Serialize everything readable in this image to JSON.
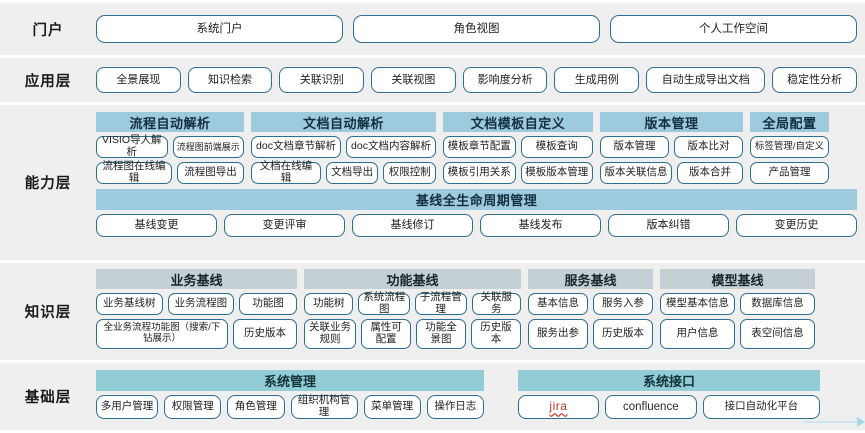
{
  "diagram": {
    "title": "分层架构图",
    "colors": {
      "band_bg": "#efefef",
      "pill_border": "#2e6e8e",
      "capability_header": "#9ecadd",
      "knowledge_header": "#c4d0d4",
      "foundation_header": "#92cdd6"
    }
  },
  "portal": {
    "label": "门户",
    "items": [
      {
        "label": "系统门户"
      },
      {
        "label": "角色视图"
      },
      {
        "label": "个人工作空间"
      }
    ]
  },
  "application": {
    "label": "应用层",
    "items": [
      {
        "label": "全景展现"
      },
      {
        "label": "知识检索"
      },
      {
        "label": "关联识别"
      },
      {
        "label": "关联视图"
      },
      {
        "label": "影响度分析"
      },
      {
        "label": "生成用例"
      },
      {
        "label": "自动生成导出文档"
      },
      {
        "label": "稳定性分析"
      }
    ]
  },
  "capability": {
    "label": "能力层",
    "groups": [
      {
        "header": "流程自动解析",
        "rows": [
          [
            {
              "label": "VISIO导人解析"
            },
            {
              "label": "流程图前端展示"
            }
          ],
          [
            {
              "label": "流程图在线编辑"
            },
            {
              "label": "流程图导出"
            }
          ]
        ]
      },
      {
        "header": "文档自动解析",
        "rows": [
          [
            {
              "label": "doc文档章节解析"
            },
            {
              "label": "doc文档内容解析"
            }
          ],
          [
            {
              "label": "文档在线编辑"
            },
            {
              "label": "文档导出"
            },
            {
              "label": "权限控制"
            }
          ]
        ]
      },
      {
        "header": "文档模板自定义",
        "rows": [
          [
            {
              "label": "模板章节配置"
            },
            {
              "label": "模板查询"
            }
          ],
          [
            {
              "label": "模板引用关系"
            },
            {
              "label": "模板版本管理"
            }
          ]
        ]
      },
      {
        "header": "版本管理",
        "rows": [
          [
            {
              "label": "版本管理"
            },
            {
              "label": "版本比对"
            }
          ],
          [
            {
              "label": "版本关联信息"
            },
            {
              "label": "版本合并"
            }
          ]
        ]
      },
      {
        "header": "全局配置",
        "rows": [
          [
            {
              "label": "标签管理/自定义"
            }
          ],
          [
            {
              "label": "产品管理"
            }
          ]
        ]
      }
    ],
    "lifecycle": {
      "header": "基线全生命周期管理",
      "items": [
        {
          "label": "基线变更"
        },
        {
          "label": "变更评审"
        },
        {
          "label": "基线修订"
        },
        {
          "label": "基线发布"
        },
        {
          "label": "版本纠错"
        },
        {
          "label": "变更历史"
        }
      ]
    }
  },
  "knowledge": {
    "label": "知识层",
    "groups": [
      {
        "header": "业务基线",
        "rows": [
          [
            {
              "label": "业务基线树"
            },
            {
              "label": "业务流程图"
            },
            {
              "label": "功能图"
            }
          ],
          [
            {
              "label": "全业务流程功能图（搜索/下钻展示）"
            },
            {
              "label": "历史版本"
            }
          ]
        ]
      },
      {
        "header": "功能基线",
        "rows": [
          [
            {
              "label": "功能树"
            },
            {
              "label": "系统流程图"
            },
            {
              "label": "子流程管理"
            },
            {
              "label": "关联服务"
            }
          ],
          [
            {
              "label": "关联业务规则"
            },
            {
              "label": "属性可配置"
            },
            {
              "label": "功能全景图"
            },
            {
              "label": "历史版本"
            }
          ]
        ]
      },
      {
        "header": "服务基线",
        "rows": [
          [
            {
              "label": "基本信息"
            },
            {
              "label": "服务入参"
            }
          ],
          [
            {
              "label": "服务出参"
            },
            {
              "label": "历史版本"
            }
          ]
        ]
      },
      {
        "header": "模型基线",
        "rows": [
          [
            {
              "label": "模型基本信息"
            },
            {
              "label": "数据库信息"
            }
          ],
          [
            {
              "label": "用户信息"
            },
            {
              "label": "表空间信息"
            }
          ]
        ]
      }
    ]
  },
  "foundation": {
    "label": "基础层",
    "groups": [
      {
        "header": "系统管理",
        "items": [
          {
            "label": "多用户管理"
          },
          {
            "label": "权限管理"
          },
          {
            "label": "角色管理"
          },
          {
            "label": "组织机构管理"
          },
          {
            "label": "菜单管理"
          },
          {
            "label": "操作日志"
          }
        ]
      },
      {
        "header": "系统接口",
        "items": [
          {
            "label": "jira",
            "style": "jira"
          },
          {
            "label": "confluence",
            "style": "conf"
          },
          {
            "label": "接口自动化平台"
          }
        ]
      }
    ]
  }
}
